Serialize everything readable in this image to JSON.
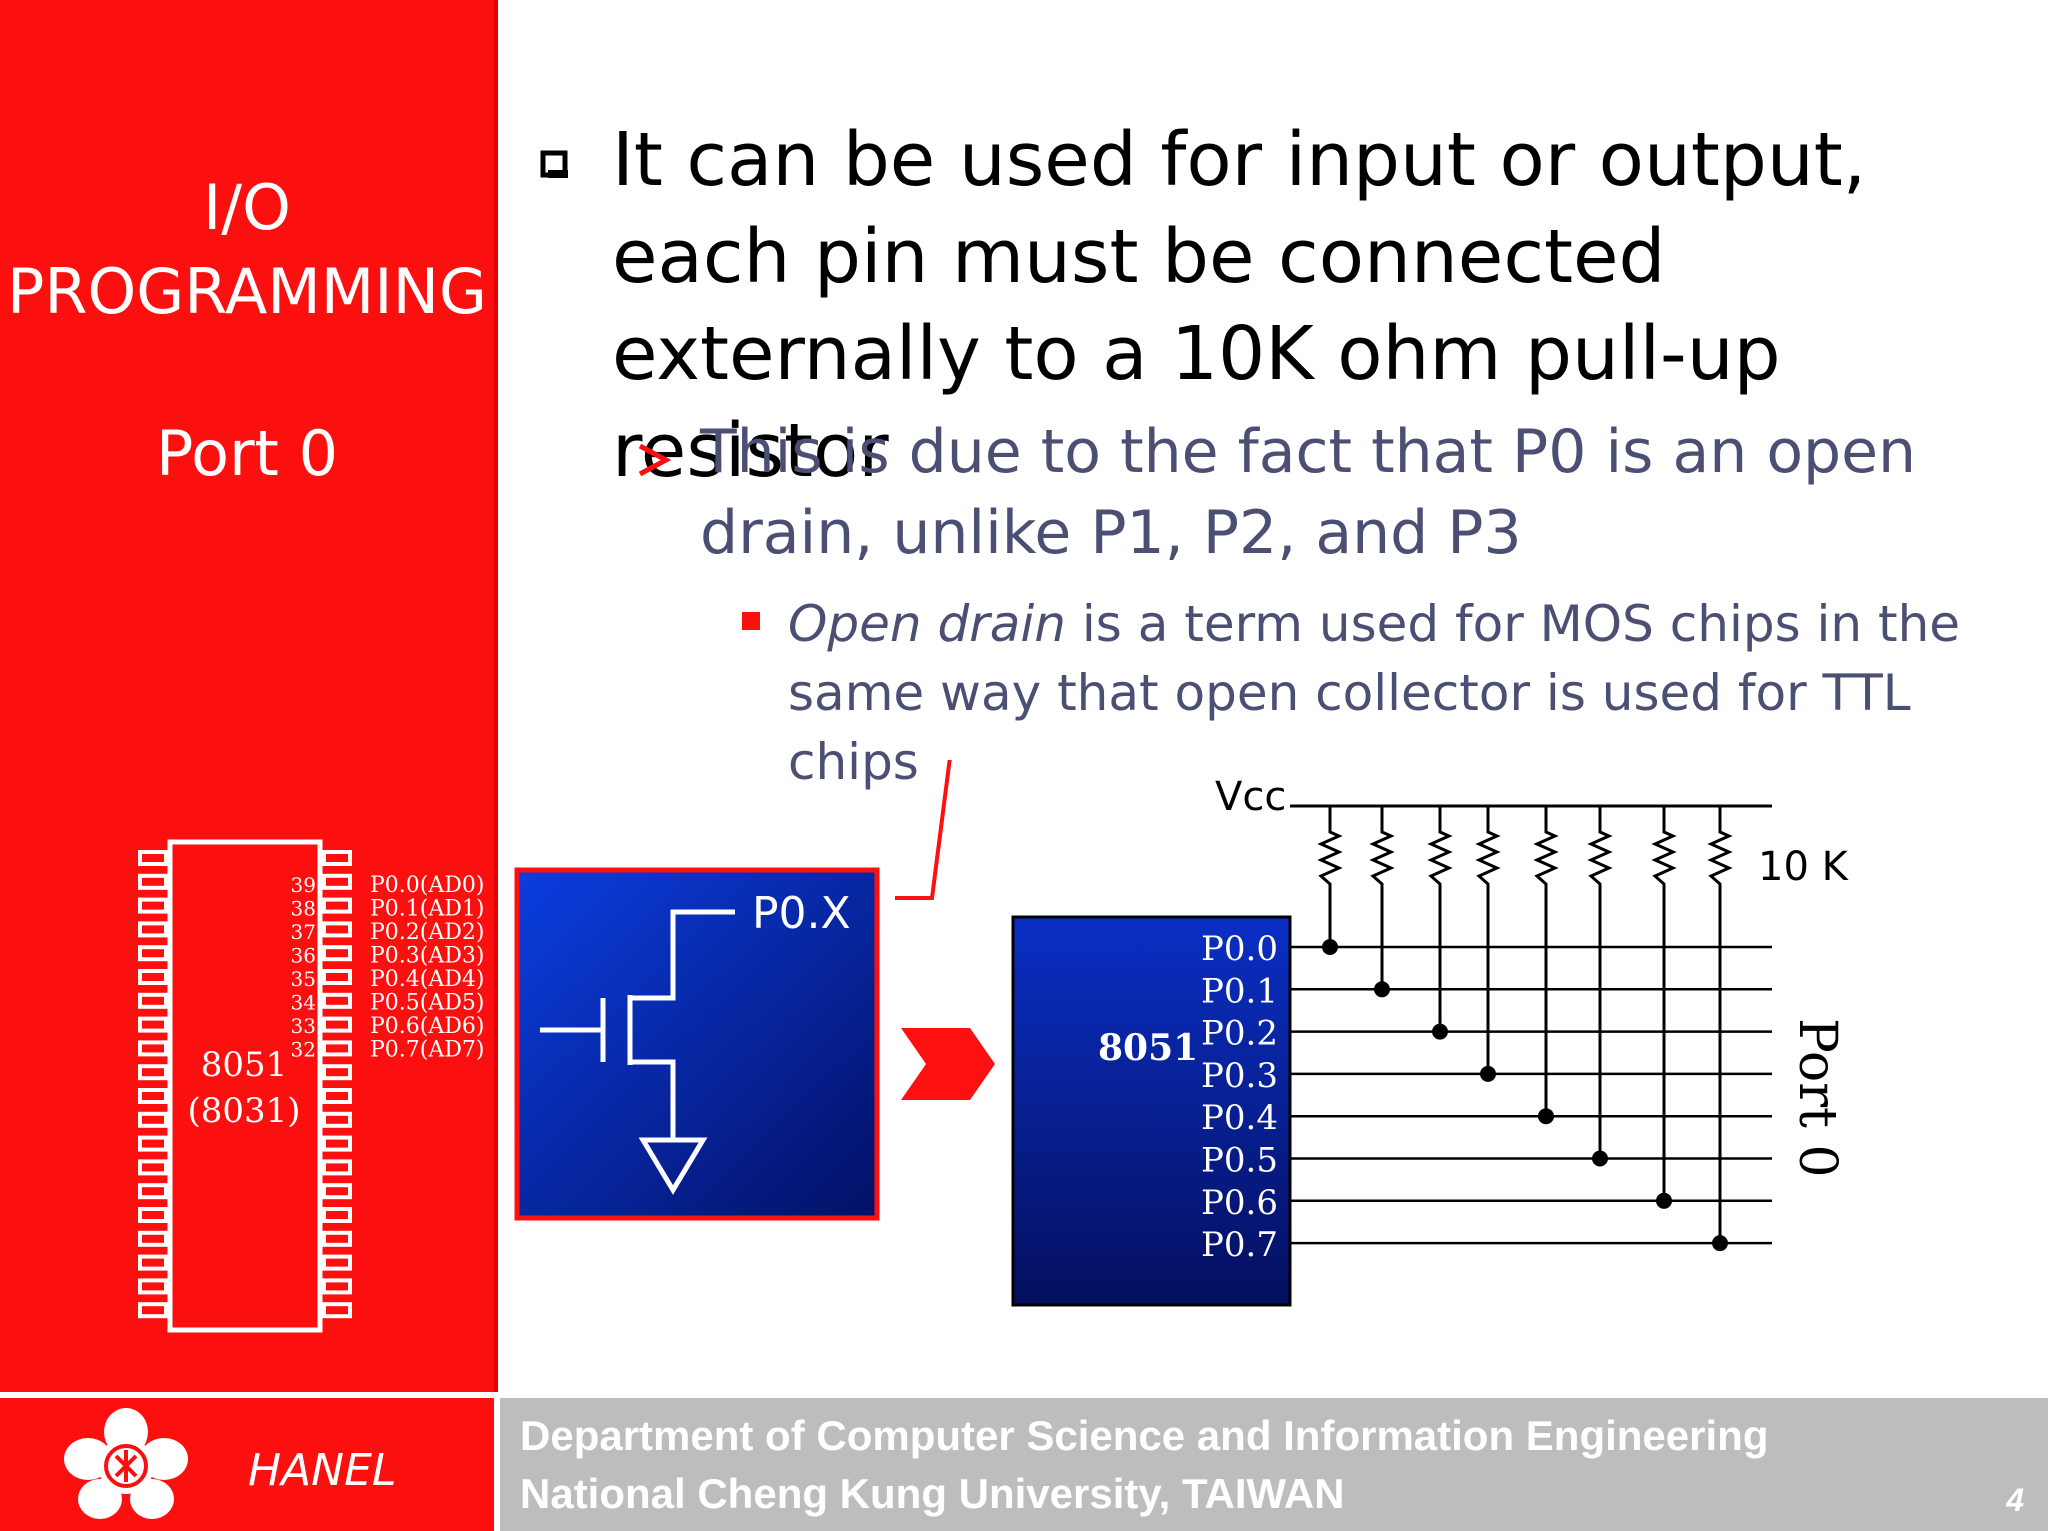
{
  "sidebar": {
    "title_line1": "I/O",
    "title_line2": "PROGRAMMING",
    "subtitle": "Port 0",
    "chip": {
      "name": "8051",
      "alt_name": "(8031)",
      "pins": [
        {
          "number": "39",
          "label": "P0.0(AD0)"
        },
        {
          "number": "38",
          "label": "P0.1(AD1)"
        },
        {
          "number": "37",
          "label": "P0.2(AD2)"
        },
        {
          "number": "36",
          "label": "P0.3(AD3)"
        },
        {
          "number": "35",
          "label": "P0.4(AD4)"
        },
        {
          "number": "34",
          "label": "P0.5(AD5)"
        },
        {
          "number": "33",
          "label": "P0.6(AD6)"
        },
        {
          "number": "32",
          "label": "P0.7(AD7)"
        }
      ]
    }
  },
  "content": {
    "bullet1": "It can be used for input or output, each pin must be connected externally to a 10K ohm pull-up resistor",
    "bullet2": "This is due to the fact that P0 is an open drain, unlike P1, P2, and P3",
    "bullet3_italic": "Open drain",
    "bullet3_rest": " is a term used for MOS chips in the same way that open collector is used for TTL chips"
  },
  "diagram": {
    "transistor_label": "P0.X",
    "vcc_label": "Vcc",
    "resistor_label": "10 K",
    "chip_label": "8051",
    "port_label": "Port 0",
    "pins": [
      "P0.0",
      "P0.1",
      "P0.2",
      "P0.3",
      "P0.4",
      "P0.5",
      "P0.6",
      "P0.7"
    ]
  },
  "footer": {
    "author": "HANEL",
    "line1": "Department of Computer Science and Information Engineering",
    "line2": "National Cheng Kung University, TAIWAN",
    "page_number": "4"
  },
  "colors": {
    "accent_red": "#fb0f0f",
    "chip_blue": "#0a1f8f",
    "footer_gray": "#bdbdbd",
    "sub_text": "#4b4f73"
  }
}
